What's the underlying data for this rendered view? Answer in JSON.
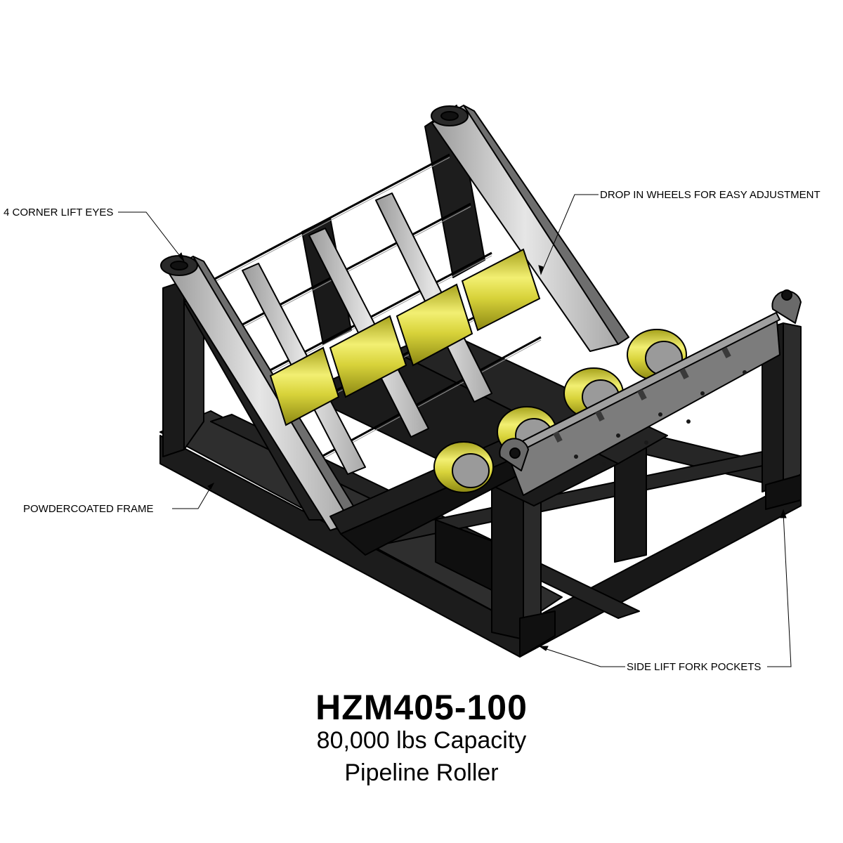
{
  "callouts": {
    "lift_eyes": "4 CORNER LIFT EYES",
    "drop_in_wheels": "DROP IN WHEELS FOR EASY ADJUSTMENT",
    "frame": "POWDERCOATED FRAME",
    "fork_pockets": "SIDE LIFT FORK POCKETS"
  },
  "product": {
    "model": "HZM405-100",
    "capacity": "80,000 lbs Capacity",
    "type": "Pipeline Roller"
  },
  "colors": {
    "frame": "#1c1c1c",
    "frame_edge": "#000000",
    "tilted_rails": "#c9c9c9",
    "roller_yellow": "#d6d23a",
    "plate_gray": "#7a7a7a"
  }
}
